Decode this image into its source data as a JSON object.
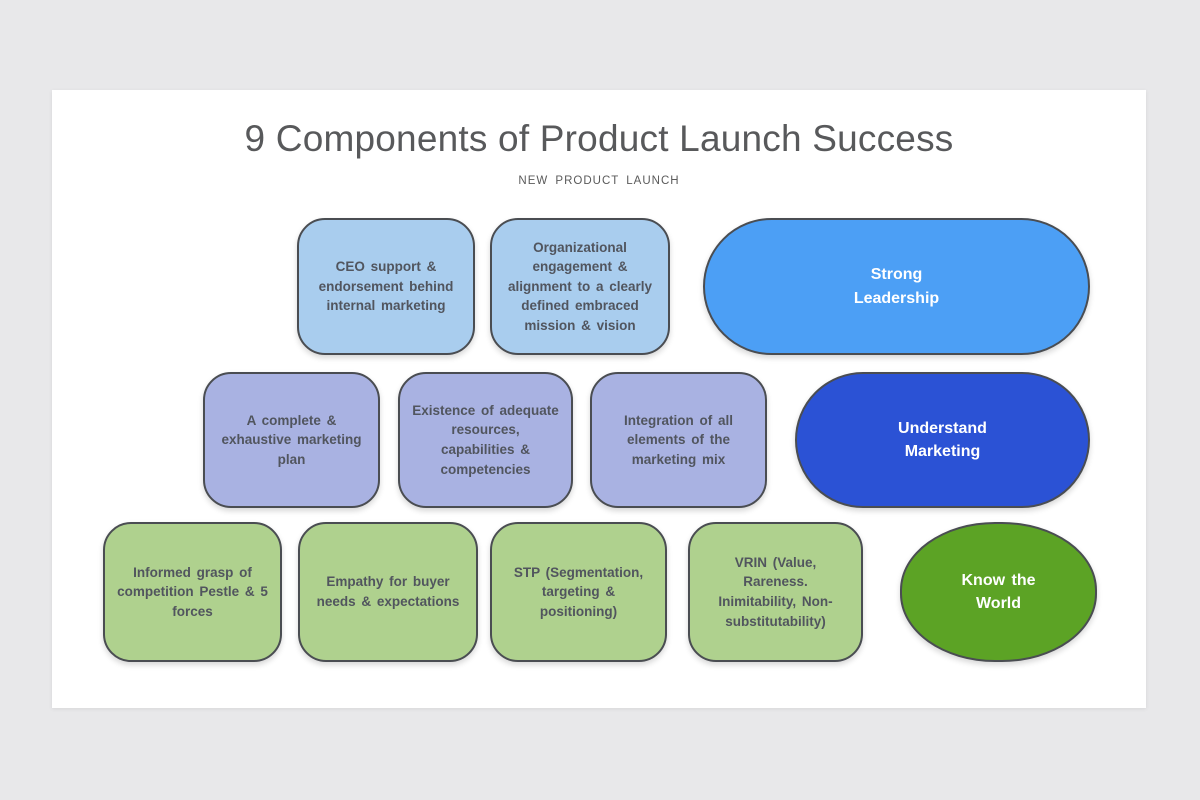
{
  "title": "9 Components of Product Launch Success",
  "subtitle": "NEW PRODUCT LAUNCH",
  "colors": {
    "page_background": "#e8e8ea",
    "card_background": "#ffffff",
    "light_blue_box": "#a9cdee",
    "lavender_box": "#a9b2e2",
    "light_green_box": "#afd18e",
    "strong_leadership_pill": "#4c9ff5",
    "understand_marketing_pill": "#2b52d5",
    "know_the_world_ellipse": "#5ca325",
    "shape_border": "#4a4d52",
    "box_text": "#51555e",
    "pill_text": "#ffffff",
    "title_text": "#58595b"
  },
  "rows": [
    {
      "items": [
        {
          "label": "CEO support & endorsement behind internal marketing"
        },
        {
          "label": "Organizational engagement & alignment to a clearly defined embraced mission & vision"
        },
        {
          "label": "Strong\nLeadership"
        }
      ]
    },
    {
      "items": [
        {
          "label": "A complete & exhaustive marketing plan"
        },
        {
          "label": "Existence of adequate resources, capabilities & competencies"
        },
        {
          "label": "Integration of all elements of the marketing mix"
        },
        {
          "label": "Understand\nMarketing"
        }
      ]
    },
    {
      "items": [
        {
          "label": "Informed grasp of competition Pestle & 5 forces"
        },
        {
          "label": "Empathy for buyer needs & expectations"
        },
        {
          "label": "STP (Segmentation, targeting & positioning)"
        },
        {
          "label": "VRIN (Value, Rareness. Inimitability, Non-substitutability)"
        },
        {
          "label": "Know the\nWorld"
        }
      ]
    }
  ]
}
